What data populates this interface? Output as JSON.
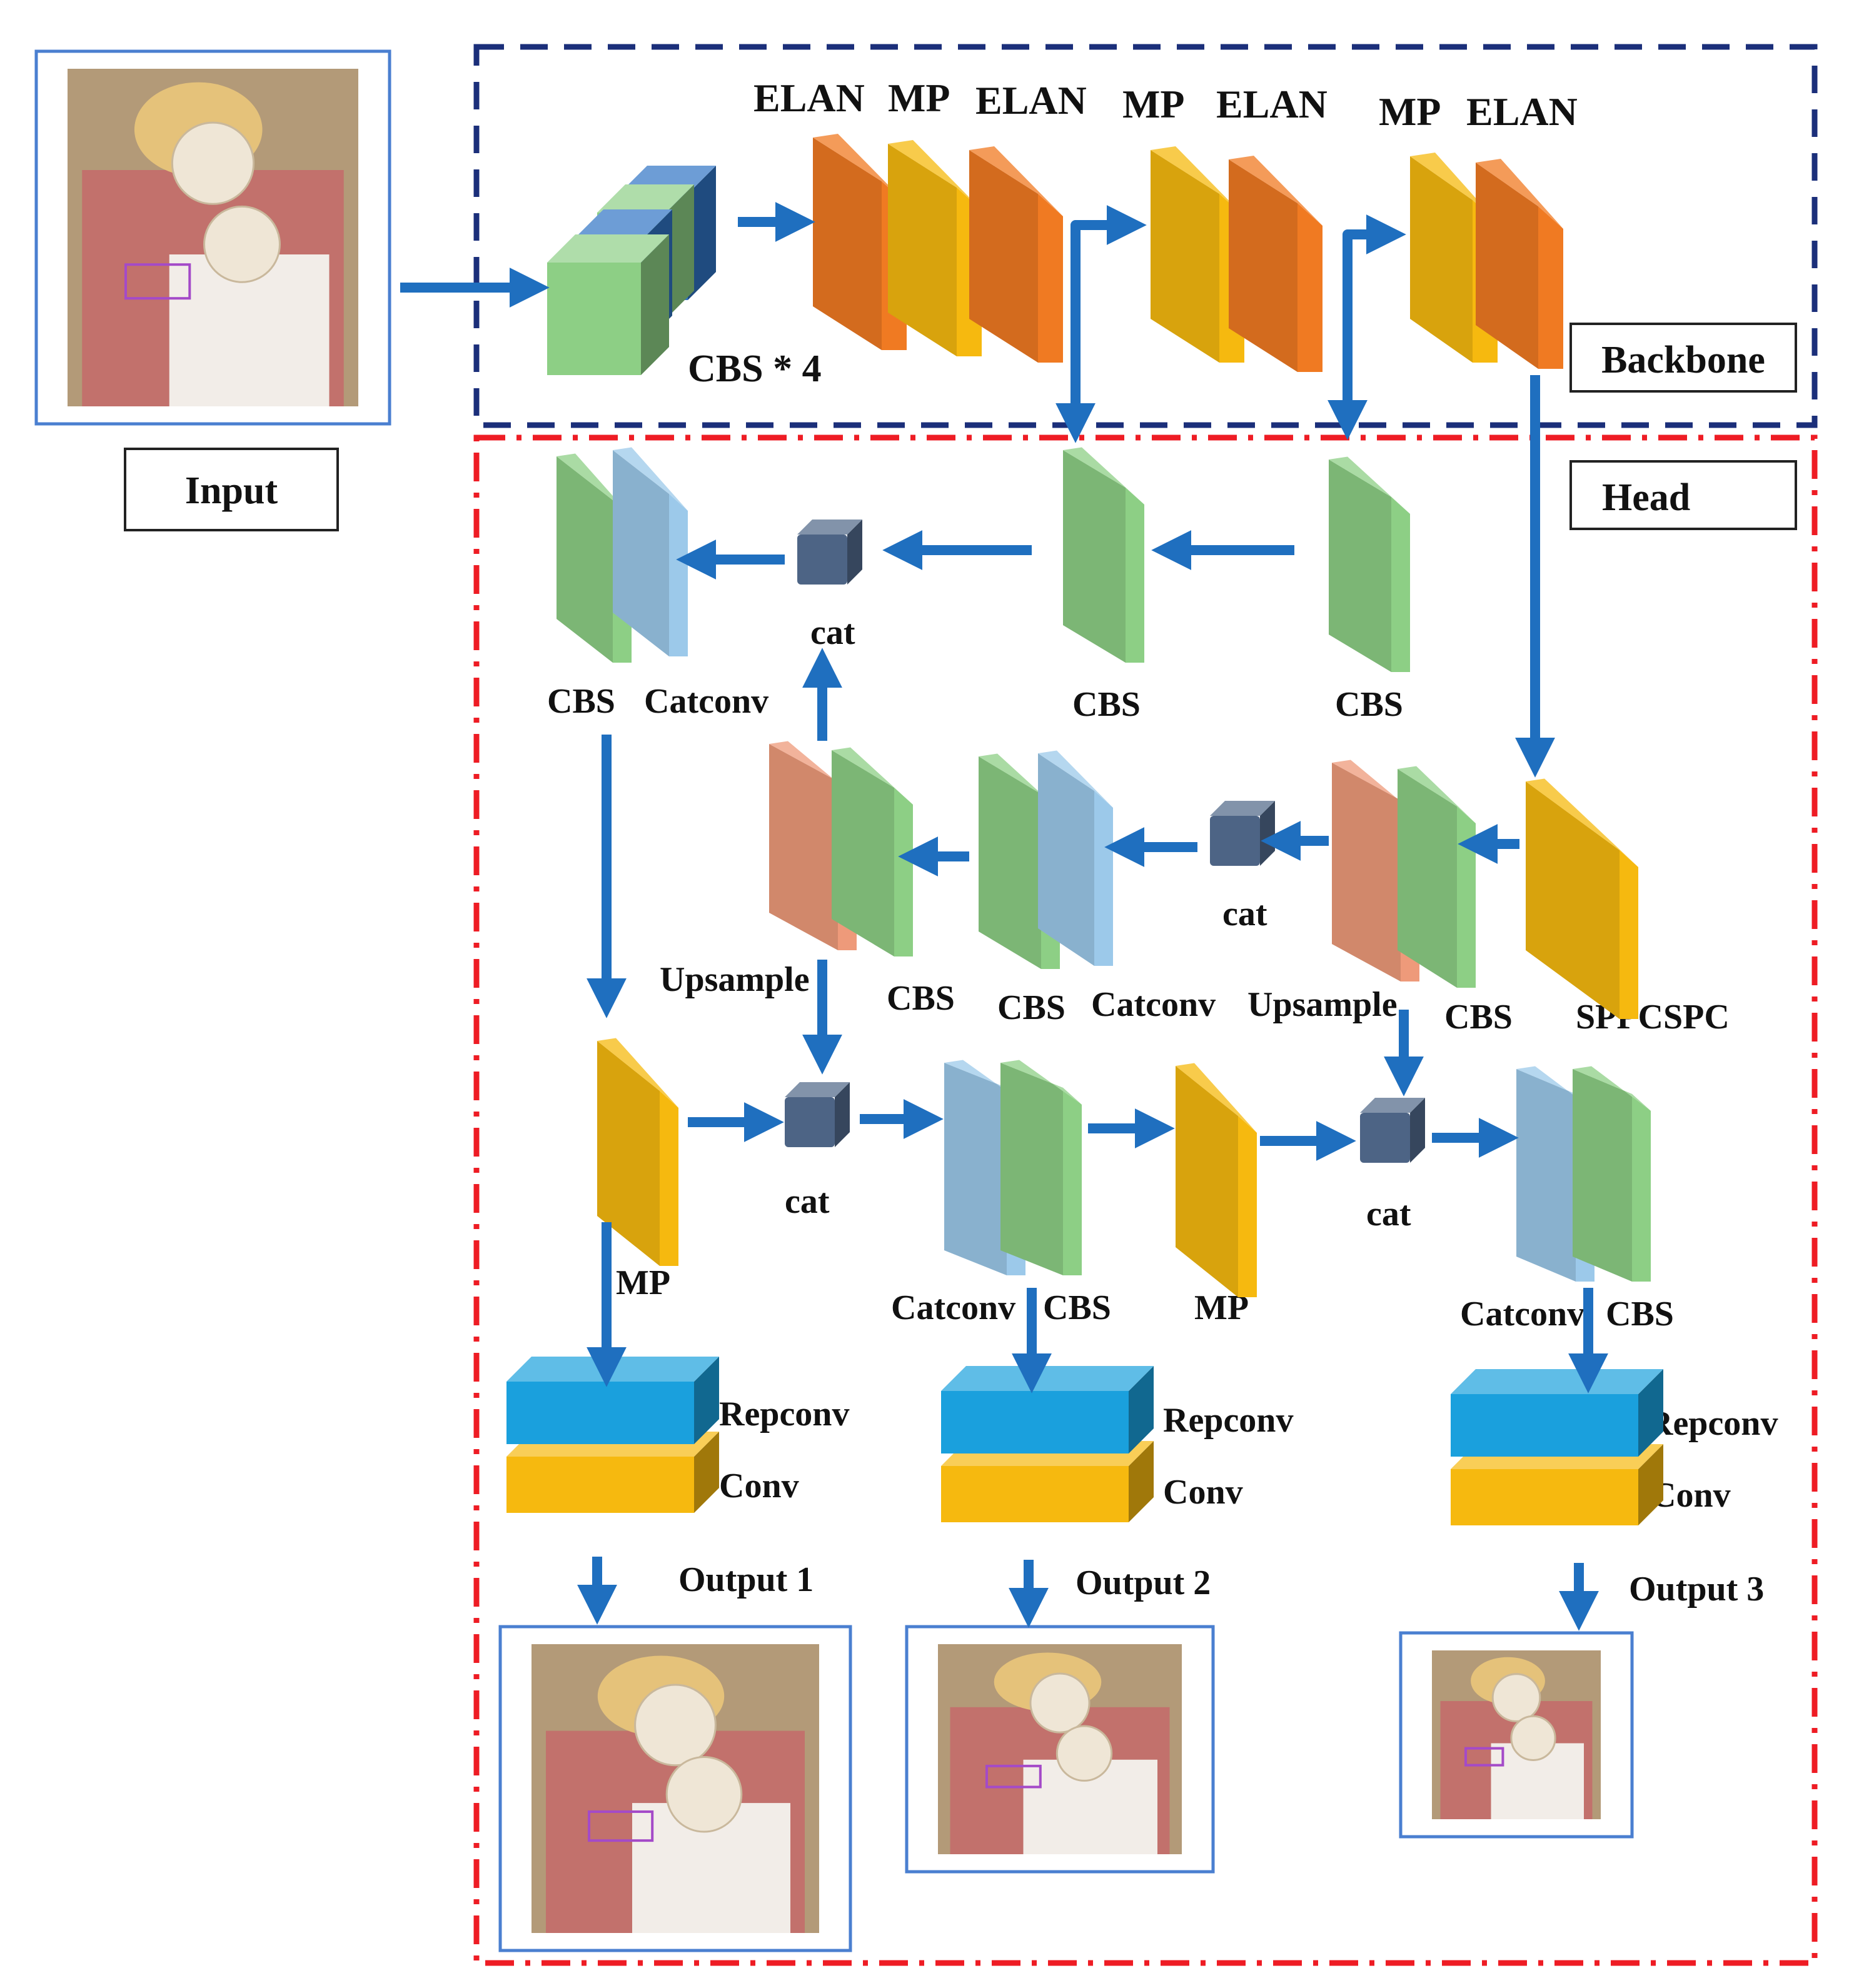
{
  "colors": {
    "arrow": "#1f6fbf",
    "orange": "#f07a22",
    "yellow": "#f6b90f",
    "green": "#8dcf85",
    "blue_dark": "#2f73c4",
    "light_blue": "#9cc9ea",
    "salmon": "#ee9a7a",
    "cat_cube": "#4d6485",
    "repconv": "#1aa0dd",
    "conv": "#f6b90f",
    "backbone_border": "#1b2f7a",
    "head_border": "#ee1c24",
    "input_frame": "#4a7fd0"
  },
  "input": {
    "label": "Input",
    "image_icon": "photo-icon"
  },
  "backbone": {
    "section_label": "Backbone",
    "block_labels": {
      "cbs4": "CBS * 4",
      "elan1": "ELAN",
      "mp1": "MP",
      "elan2": "ELAN",
      "mp2": "MP",
      "elan3": "ELAN",
      "mp3": "MP",
      "elan4": "ELAN"
    }
  },
  "head": {
    "section_label": "Head",
    "row1": {
      "cbs_a": "CBS",
      "catconv": "Catconv",
      "cat": "cat",
      "cbs_b": "CBS",
      "cbs_c": "CBS"
    },
    "row2": {
      "upsample_a": "Upsample",
      "cbs_a": "CBS",
      "cbs_b": "CBS",
      "catconv": "Catconv",
      "cat": "cat",
      "upsample_b": "Upsample",
      "cbs_c": "CBS",
      "sppcspc": "SPPCSPC"
    },
    "row3": {
      "mp_a": "MP",
      "cat_a": "cat",
      "catconv_a": "Catconv",
      "cbs_a": "CBS",
      "mp_b": "MP",
      "cat_b": "cat",
      "catconv_b": "Catconv",
      "cbs_b": "CBS"
    },
    "outputs": [
      {
        "repconv": "Repconv",
        "conv": "Conv",
        "label": "Output 1"
      },
      {
        "repconv": "Repconv",
        "conv": "Conv",
        "label": "Output 2"
      },
      {
        "repconv": "Repconv",
        "conv": "Conv",
        "label": "Output 3"
      }
    ]
  }
}
